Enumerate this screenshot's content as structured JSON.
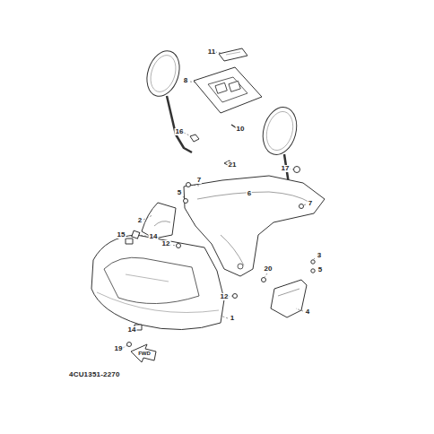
{
  "diagram": {
    "labels": [
      "11",
      "8",
      "16",
      "10",
      "21",
      "17",
      "7",
      "6",
      "5",
      "2",
      "7",
      "15",
      "14",
      "12",
      "3",
      "5",
      "20",
      "12",
      "4",
      "1",
      "14",
      "19",
      "FWD",
      "4CU1351-2270"
    ]
  }
}
